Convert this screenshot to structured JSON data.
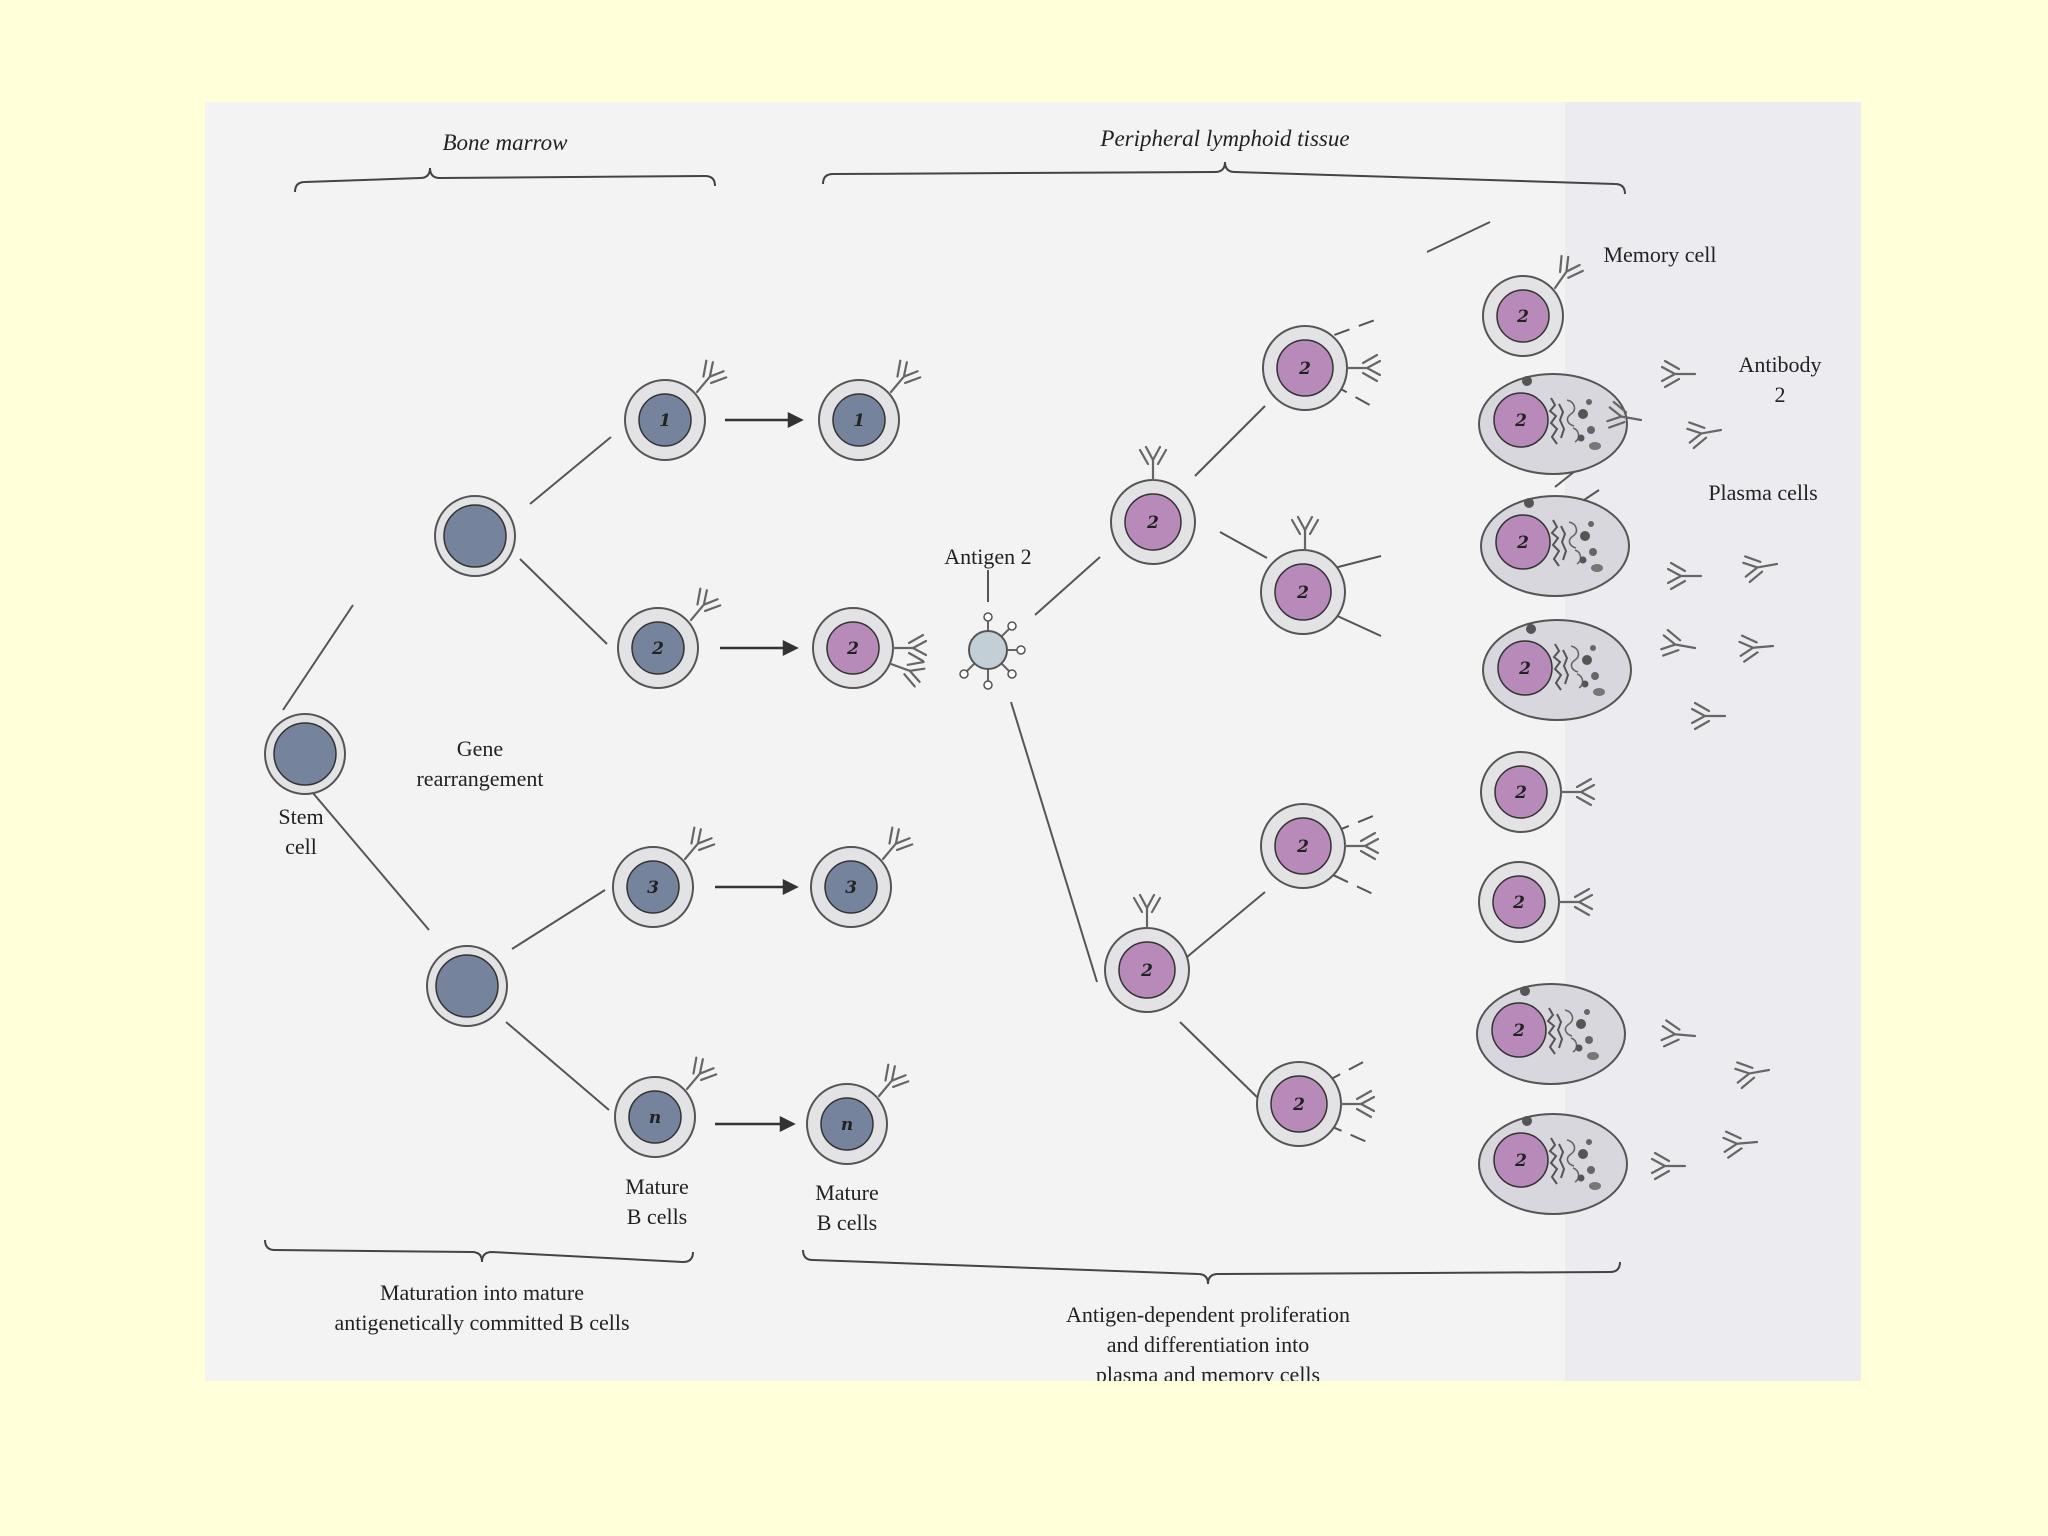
{
  "figure": {
    "headers": {
      "bone_marrow": "Bone marrow",
      "peripheral": "Peripheral lymphoid tissue"
    },
    "labels": {
      "stem_cell_1": "Stem",
      "stem_cell_2": "cell",
      "gene_1": "Gene",
      "gene_2": "rearrangement",
      "antigen": "Antigen 2",
      "mature_a_1": "Mature",
      "mature_a_2": "B cells",
      "mature_b_1": "Mature",
      "mature_b_2": "B cells",
      "memory_cell": "Memory cell",
      "antibody_1": "Antibody",
      "antibody_2": "2",
      "plasma_cells": "Plasma cells"
    },
    "captions": {
      "maturation_1": "Maturation into mature",
      "maturation_2": "antigenetically committed B cells",
      "proliferation_1": "Antigen-dependent proliferation",
      "proliferation_2": "and differentiation into",
      "proliferation_3": "plasma and memory cells"
    },
    "clone_numbers": [
      "1",
      "2",
      "3",
      "n"
    ],
    "expanded_clone": "2",
    "colors": {
      "slide_background": "#ffffd9",
      "gray_nucleus": "#76839c",
      "purple_nucleus": "#b88ab9",
      "cytoplasm": "#e3e3e6",
      "plasma_cytoplasm": "#d7d7dd",
      "antigen": "#c3cfd6"
    }
  }
}
